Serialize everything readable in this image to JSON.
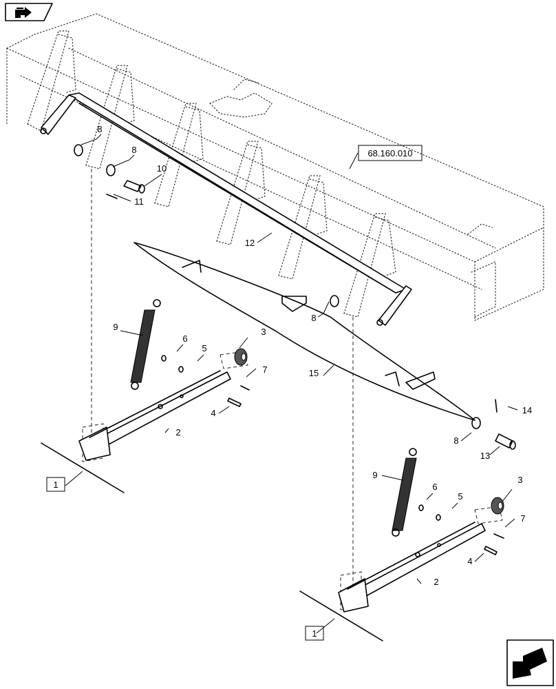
{
  "callouts": {
    "c1": "1",
    "c2": "2",
    "c3": "3",
    "c4": "4",
    "c5": "5",
    "c6": "6",
    "c7": "7",
    "c8": "8",
    "c9": "9",
    "c10": "10",
    "c11": "11",
    "c12": "12",
    "c13": "13",
    "c14": "14",
    "c15": "15"
  },
  "reference_box": "68.160.010",
  "icons": {
    "top_left": "previous-page-arrow-icon",
    "bottom_right": "next-page-arrow-icon"
  }
}
